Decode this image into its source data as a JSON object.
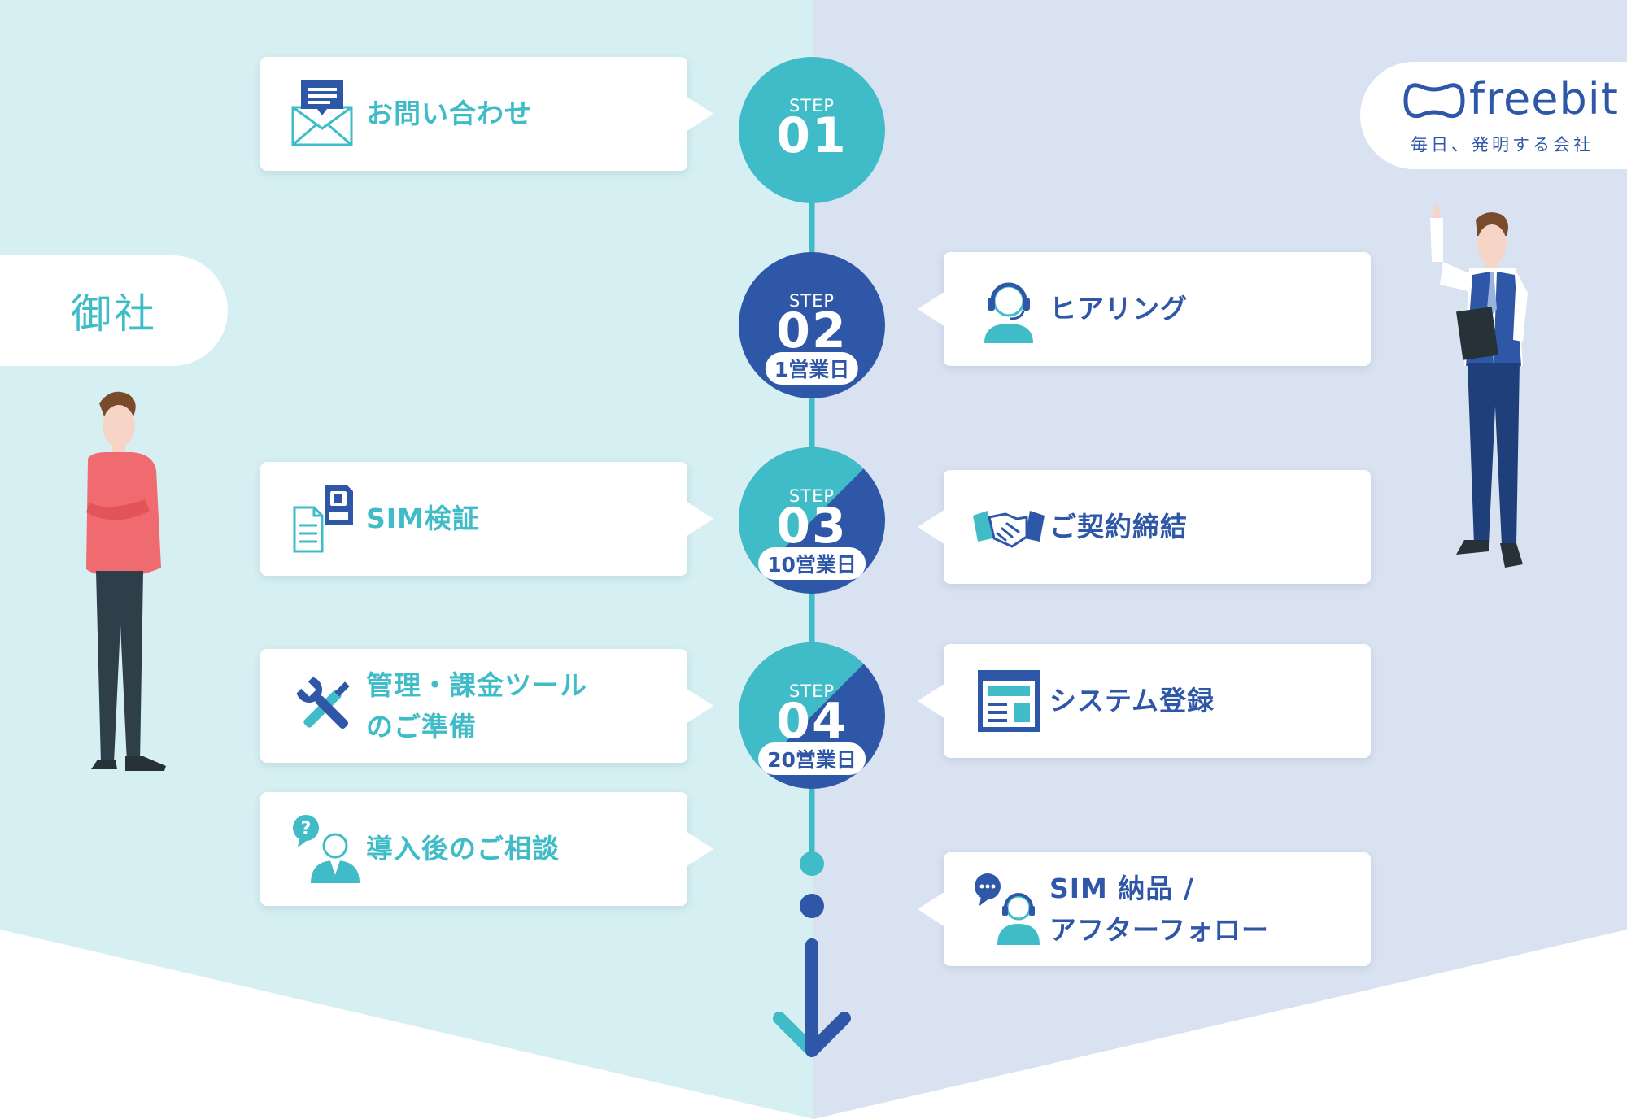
{
  "colors": {
    "teal": "#3fbcc7",
    "navy": "#2f57a8",
    "bg_left": "#d5eff2",
    "bg_right": "#d9e2f0",
    "card": "#ffffff"
  },
  "customer_label": "御社",
  "company": {
    "brand": "freebit",
    "tagline": "毎日、発明する会社",
    "logo_icon": "cloud-logo-icon"
  },
  "step_word": "STEP",
  "steps": [
    {
      "num": "01",
      "days": ""
    },
    {
      "num": "02",
      "days": "1営業日"
    },
    {
      "num": "03",
      "days": "10営業日"
    },
    {
      "num": "04",
      "days": "20営業日"
    }
  ],
  "customer_tasks": [
    {
      "lines": [
        "お問い合わせ"
      ],
      "icon": "mail-icon"
    },
    {
      "lines": [
        "SIM検証"
      ],
      "icon": "sim-card-icon"
    },
    {
      "lines": [
        "管理・課金ツール",
        "のご準備"
      ],
      "icon": "tools-icon"
    },
    {
      "lines": [
        "導入後のご相談"
      ],
      "icon": "consult-icon"
    }
  ],
  "company_tasks": [
    {
      "lines": [
        "ヒアリング"
      ],
      "icon": "headset-operator-icon"
    },
    {
      "lines": [
        "ご契約締結"
      ],
      "icon": "handshake-icon"
    },
    {
      "lines": [
        "システム登録"
      ],
      "icon": "system-window-icon"
    },
    {
      "lines": [
        "SIM 納品 /",
        "アフターフォロー"
      ],
      "icon": "support-chat-icon"
    }
  ]
}
